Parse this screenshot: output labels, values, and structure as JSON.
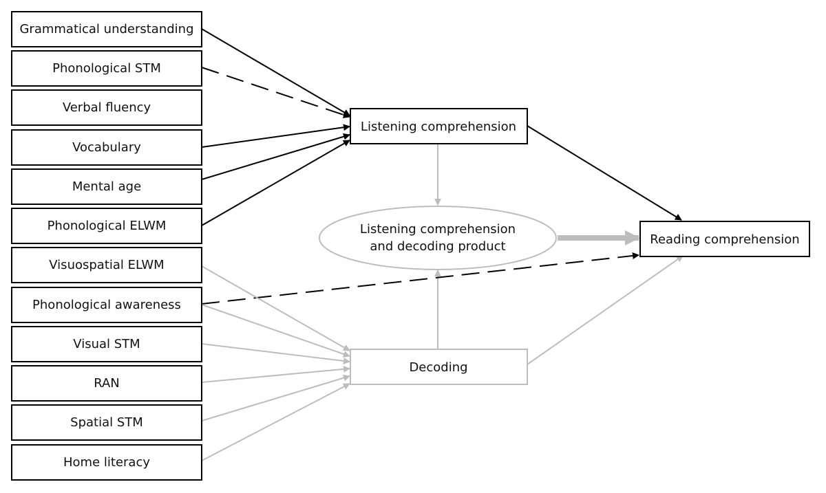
{
  "predictors": [
    {
      "id": "grammatical-understanding",
      "label": "Grammatical understanding"
    },
    {
      "id": "phonological-stm",
      "label": "Phonological STM"
    },
    {
      "id": "verbal-fluency",
      "label": "Verbal fluency"
    },
    {
      "id": "vocabulary",
      "label": "Vocabulary"
    },
    {
      "id": "mental-age",
      "label": "Mental age"
    },
    {
      "id": "phonological-elwm",
      "label": "Phonological ELWM"
    },
    {
      "id": "visuospatial-elwm",
      "label": "Visuospatial ELWM"
    },
    {
      "id": "phonological-awareness",
      "label": "Phonological awareness"
    },
    {
      "id": "visual-stm",
      "label": "Visual STM"
    },
    {
      "id": "ran",
      "label": "RAN"
    },
    {
      "id": "spatial-stm",
      "label": "Spatial STM"
    },
    {
      "id": "home-literacy",
      "label": "Home literacy"
    }
  ],
  "nodes": {
    "listening_comprehension": "Listening comprehension",
    "product_line1": "Listening comprehension",
    "product_line2": "and decoding product",
    "decoding": "Decoding",
    "reading_comprehension": "Reading comprehension"
  },
  "paths": [
    {
      "from": "grammatical-understanding",
      "to": "listening-comprehension",
      "style": "solid-black"
    },
    {
      "from": "phonological-stm",
      "to": "listening-comprehension",
      "style": "dashed-black"
    },
    {
      "from": "vocabulary",
      "to": "listening-comprehension",
      "style": "solid-black"
    },
    {
      "from": "mental-age",
      "to": "listening-comprehension",
      "style": "solid-black"
    },
    {
      "from": "phonological-elwm",
      "to": "listening-comprehension",
      "style": "solid-black"
    },
    {
      "from": "listening-comprehension",
      "to": "reading-comprehension",
      "style": "solid-black"
    },
    {
      "from": "listening-comprehension",
      "to": "product",
      "style": "solid-gray"
    },
    {
      "from": "product",
      "to": "reading-comprehension",
      "style": "thick-gray"
    },
    {
      "from": "decoding",
      "to": "product",
      "style": "solid-gray"
    },
    {
      "from": "decoding",
      "to": "reading-comprehension",
      "style": "solid-gray"
    },
    {
      "from": "phonological-awareness",
      "to": "reading-comprehension",
      "style": "dashed-black"
    },
    {
      "from": "visuospatial-elwm",
      "to": "decoding",
      "style": "solid-gray"
    },
    {
      "from": "phonological-awareness",
      "to": "decoding",
      "style": "solid-gray"
    },
    {
      "from": "visual-stm",
      "to": "decoding",
      "style": "solid-gray"
    },
    {
      "from": "ran",
      "to": "decoding",
      "style": "solid-gray"
    },
    {
      "from": "spatial-stm",
      "to": "decoding",
      "style": "solid-gray"
    },
    {
      "from": "home-literacy",
      "to": "decoding",
      "style": "solid-gray"
    }
  ],
  "colors": {
    "black": "#000000",
    "gray": "#bdbdbd"
  }
}
